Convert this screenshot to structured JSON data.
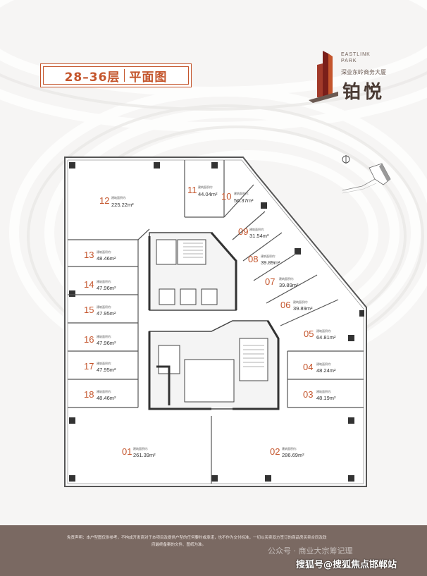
{
  "title": {
    "floors": "28–36层",
    "subtitle": "平面图"
  },
  "brand": {
    "en_line1": "EASTLINK",
    "en_line2": "PARK",
    "cn_sub": "深业东岭商务大厦",
    "cn_main": "铂悦"
  },
  "units": [
    {
      "no": "12",
      "label": "建筑面积约:",
      "area": "225.22m²"
    },
    {
      "no": "11",
      "label": "建筑面积约:",
      "area": "44.04m²"
    },
    {
      "no": "10",
      "label": "建筑面积约:",
      "area": "56.37m²"
    },
    {
      "no": "09",
      "label": "建筑面积约:",
      "area": "31.54m²"
    },
    {
      "no": "08",
      "label": "建筑面积约:",
      "area": "39.89m²"
    },
    {
      "no": "07",
      "label": "建筑面积约:",
      "area": "39.89m²"
    },
    {
      "no": "06",
      "label": "建筑面积约:",
      "area": "39.89m²"
    },
    {
      "no": "05",
      "label": "建筑面积约:",
      "area": "64.81m²"
    },
    {
      "no": "04",
      "label": "建筑面积约:",
      "area": "48.24m²"
    },
    {
      "no": "03",
      "label": "建筑面积约:",
      "area": "48.19m²"
    },
    {
      "no": "13",
      "label": "建筑面积约:",
      "area": "48.46m²"
    },
    {
      "no": "14",
      "label": "建筑面积约:",
      "area": "47.96m²"
    },
    {
      "no": "15",
      "label": "建筑面积约:",
      "area": "47.95m²"
    },
    {
      "no": "16",
      "label": "建筑面积约:",
      "area": "47.96m²"
    },
    {
      "no": "17",
      "label": "建筑面积约:",
      "area": "47.95m²"
    },
    {
      "no": "18",
      "label": "建筑面积约:",
      "area": "48.46m²"
    },
    {
      "no": "01",
      "label": "建筑面积约:",
      "area": "261.39m²"
    },
    {
      "no": "02",
      "label": "建筑面积约:",
      "area": "286.69m²"
    }
  ],
  "footer": {
    "disclaimer_line1": "免责声明：本户型图仅供参考，不构成开发商对于本项目及提供户型的任何要约或承诺，也不作为交付标准，一切以买卖双方签订的商品房买卖合同及政",
    "disclaimer_line2": "府最终备案的文件、图纸为准。",
    "watermark1": "公众号 · 商业大宗筹记理",
    "watermark2": "搜狐号@搜狐焦点邯郸站"
  },
  "colors": {
    "accent": "#c4552c",
    "wall": "#4d4d4d",
    "footer_bg": "#7a6962"
  }
}
